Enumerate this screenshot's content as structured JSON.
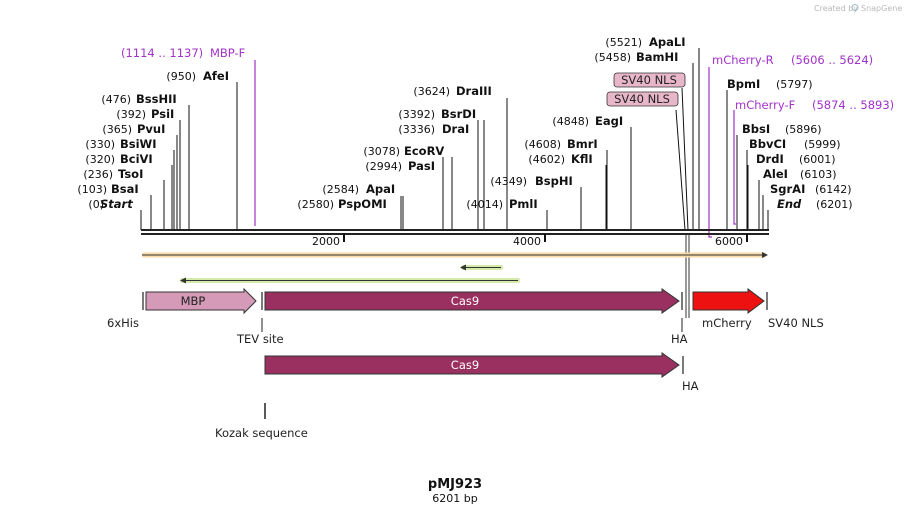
{
  "brand": {
    "created_by": "Created by",
    "name": "SnapGene"
  },
  "plasmid": {
    "name": "pMJ923",
    "length_label": "6201 bp"
  },
  "ruler": {
    "ticks": [
      "2000",
      "4000",
      "6000"
    ]
  },
  "colors": {
    "backbone": "#222222",
    "primer": "#a133c9",
    "mbp": "#d49ab7",
    "cas9": "#99305f",
    "mcherry": "#ee1111",
    "orf": "#8dc43e",
    "insert_line": "#f3a536",
    "nls_box": "#e7b7c9"
  },
  "sites": [
    {
      "pos": "(0)",
      "name": "Start"
    },
    {
      "pos": "(103)",
      "name": "BsaI"
    },
    {
      "pos": "(236)",
      "name": "TsoI"
    },
    {
      "pos": "(320)",
      "name": "BciVI"
    },
    {
      "pos": "(330)",
      "name": "BsiWI"
    },
    {
      "pos": "(365)",
      "name": "PvuI"
    },
    {
      "pos": "(392)",
      "name": "PsiI"
    },
    {
      "pos": "(476)",
      "name": "BssHII"
    },
    {
      "pos": "(950)",
      "name": "AfeI"
    },
    {
      "pos": "(2580)",
      "name": "PspOMI"
    },
    {
      "pos": "(2584)",
      "name": "ApaI"
    },
    {
      "pos": "(2994)",
      "name": "PasI"
    },
    {
      "pos": "(3078)",
      "name": "EcoRV"
    },
    {
      "pos": "(3336)",
      "name": "DraI"
    },
    {
      "pos": "(3392)",
      "name": "BsrDI"
    },
    {
      "pos": "(3624)",
      "name": "DraIII"
    },
    {
      "pos": "(4014)",
      "name": "PmlI"
    },
    {
      "pos": "(4349)",
      "name": "BspHI"
    },
    {
      "pos": "(4602)",
      "name": "KflI"
    },
    {
      "pos": "(4608)",
      "name": "BmrI"
    },
    {
      "pos": "(4848)",
      "name": "EagI"
    },
    {
      "pos": "(5458)",
      "name": "BamHI"
    },
    {
      "pos": "(5521)",
      "name": "ApaLI"
    },
    {
      "pos": "(5797)",
      "name": "BpmI"
    },
    {
      "pos": "(5896)",
      "name": "BbsI"
    },
    {
      "pos": "(5999)",
      "name": "BbvCI"
    },
    {
      "pos": "(6001)",
      "name": "DrdI"
    },
    {
      "pos": "(6103)",
      "name": "AleI"
    },
    {
      "pos": "(6142)",
      "name": "SgrAI"
    },
    {
      "pos": "(6201)",
      "name": "End"
    }
  ],
  "primers": [
    {
      "range": "(1114 .. 1137)",
      "name": "MBP-F"
    },
    {
      "name": "mCherry-R",
      "range": "(5606 .. 5624)"
    },
    {
      "name": "mCherry-F",
      "range": "(5874 .. 5893)"
    }
  ],
  "nls_boxes": [
    "SV40 NLS",
    "SV40 NLS"
  ],
  "features": {
    "his": "6xHis",
    "mbp": "MBP",
    "tev": "TEV site",
    "cas9": "Cas9",
    "ha": "HA",
    "mcherry": "mCherry",
    "sv40": "SV40 NLS",
    "cas9_b": "Cas9",
    "ha_b": "HA",
    "kozak": "Kozak sequence"
  }
}
